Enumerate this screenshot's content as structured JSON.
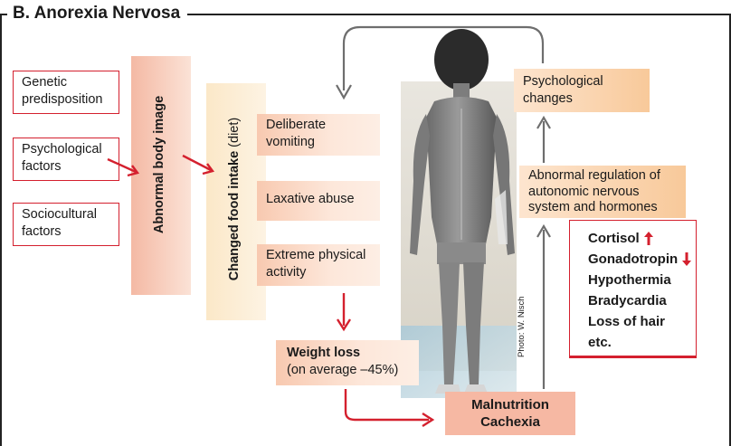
{
  "title": "B.  Anorexia Nervosa",
  "causes": [
    {
      "line1": "Genetic",
      "line2": "predisposition"
    },
    {
      "line1": "Psychological",
      "line2": "factors"
    },
    {
      "line1": "Sociocultural",
      "line2": "factors"
    }
  ],
  "band_body_image": "Abnormal body image",
  "band_food_bold": "Changed food intake",
  "band_food_rest": " (diet)",
  "behaviors": [
    {
      "line1": "Deliberate",
      "line2": "vomiting"
    },
    {
      "line1": "Laxative abuse",
      "line2": ""
    },
    {
      "line1": "Extreme physical",
      "line2": "activity"
    }
  ],
  "weight_loss": {
    "title": "Weight loss",
    "detail": "(on average –45%)"
  },
  "malnutrition": {
    "line1": "Malnutrition",
    "line2": "Cachexia"
  },
  "psych_changes": {
    "line1": "Psychological",
    "line2": "changes"
  },
  "regulation": {
    "line1": "Abnormal regulation of",
    "line2": "autonomic nervous",
    "line3": "system and hormones"
  },
  "effects": [
    {
      "text": "Cortisol",
      "arrow": "up"
    },
    {
      "text": "Gonadotropin",
      "arrow": "down"
    },
    {
      "text": "Hypothermia",
      "arrow": ""
    },
    {
      "text": "Bradycardia",
      "arrow": ""
    },
    {
      "text": "Loss of hair",
      "arrow": ""
    },
    {
      "text": "etc.",
      "arrow": ""
    }
  ],
  "photo_credit": "Photo: W. Nisch",
  "colors": {
    "red": "#d4202e",
    "peach": "#f9cdb6",
    "orange": "#f8c99a",
    "gray_arrow": "#6e6e6e"
  }
}
